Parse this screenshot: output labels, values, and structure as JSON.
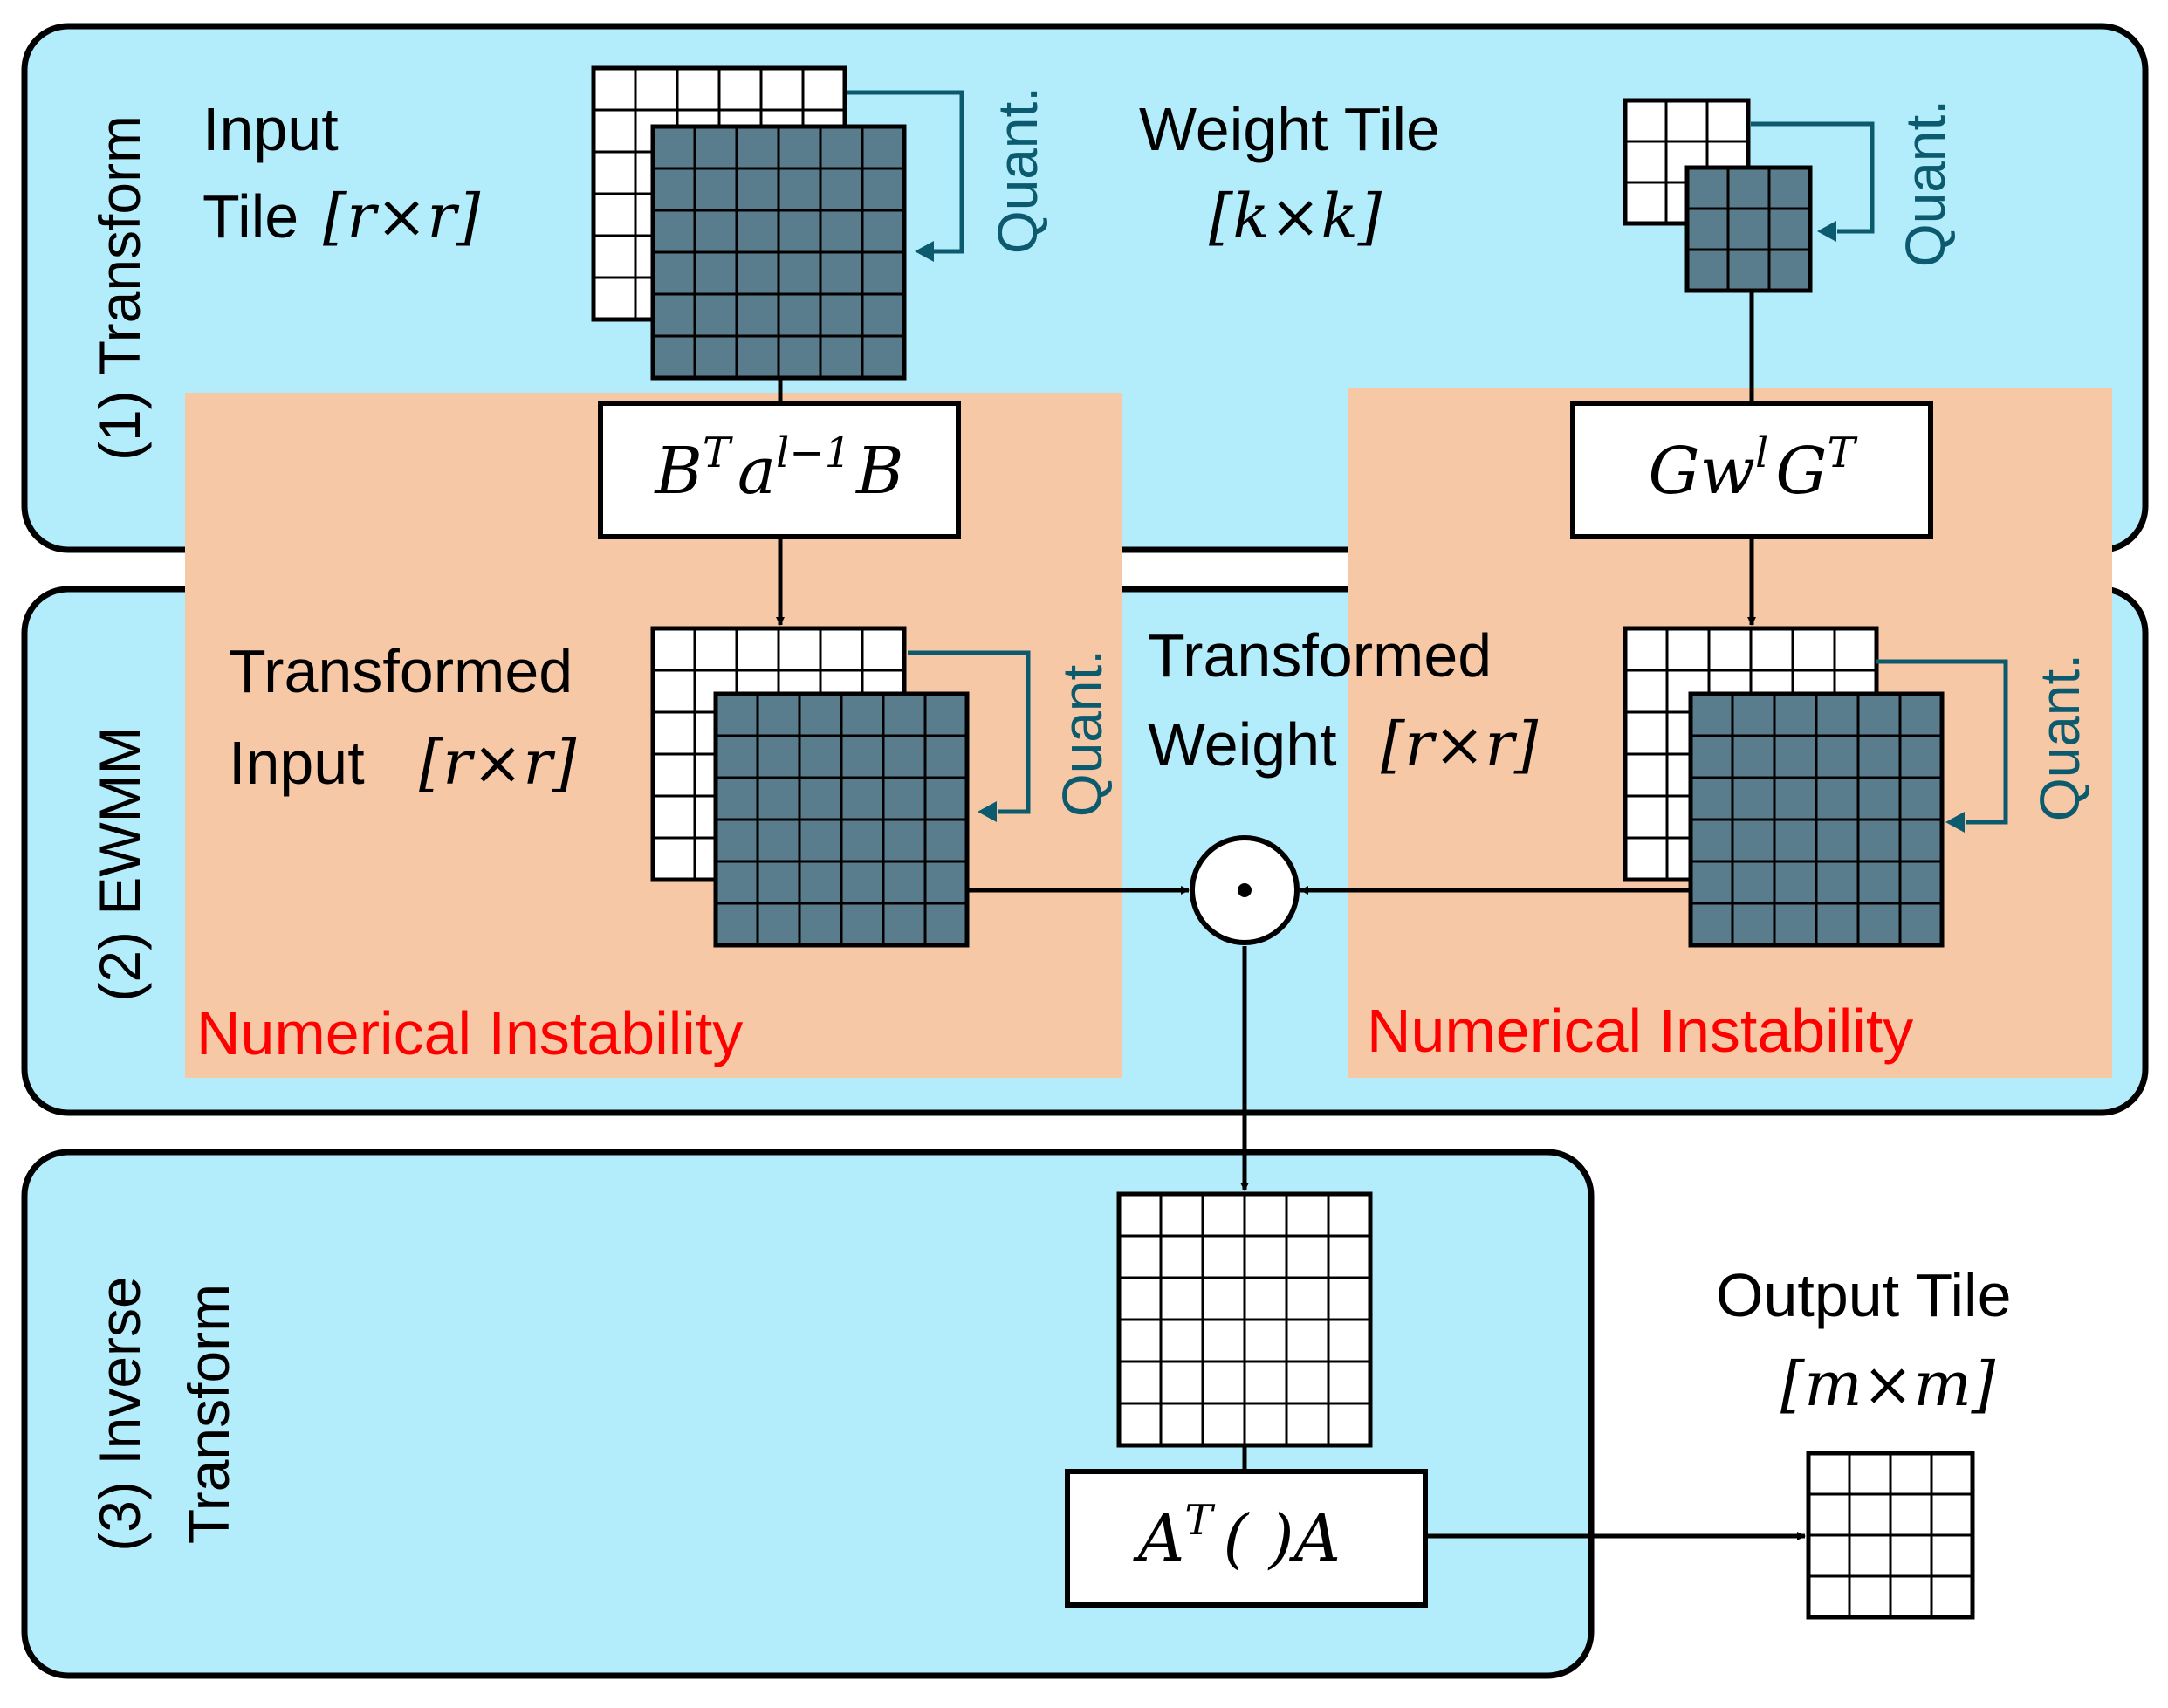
{
  "colors": {
    "stage_fill": "#b3ecfb",
    "instability_fill": "#f7c8a6",
    "tile_dark": "#5a7d8e",
    "quant_color": "#0c5a6e",
    "instability_text": "#ff0000"
  },
  "stages": {
    "transform": "(1) Transform",
    "ewmm": "(2) EWMM",
    "inverse_line1": "(3) Inverse",
    "inverse_line2": "Transform"
  },
  "labels": {
    "input_tile_line1": "Input",
    "input_tile_line2": "Tile",
    "input_tile_dim": "[r×r]",
    "weight_tile_line1": "Weight Tile",
    "weight_tile_dim": "[k×k]",
    "transformed_input_line1": "Transformed",
    "transformed_input_line2": "Input",
    "transformed_input_dim": "[r×r]",
    "transformed_weight_line1": "Transformed",
    "transformed_weight_line2": "Weight",
    "transformed_weight_dim": "[r×r]",
    "output_tile_line1": "Output Tile",
    "output_tile_dim": "[m×m]",
    "quant": "Quant.",
    "numerical_instability": "Numerical Instability"
  },
  "formulas": {
    "input_transform": {
      "base1": "B",
      "sup1": "T",
      "base2": "a",
      "sup2": "l−1",
      "base3": "B"
    },
    "weight_transform": {
      "base1": "Gw",
      "sup1": "l",
      "base2": "G",
      "sup2": "T"
    },
    "inverse_transform": {
      "base1": "A",
      "sup1": "T",
      "base2": "( )A"
    }
  },
  "operator": "⊙"
}
